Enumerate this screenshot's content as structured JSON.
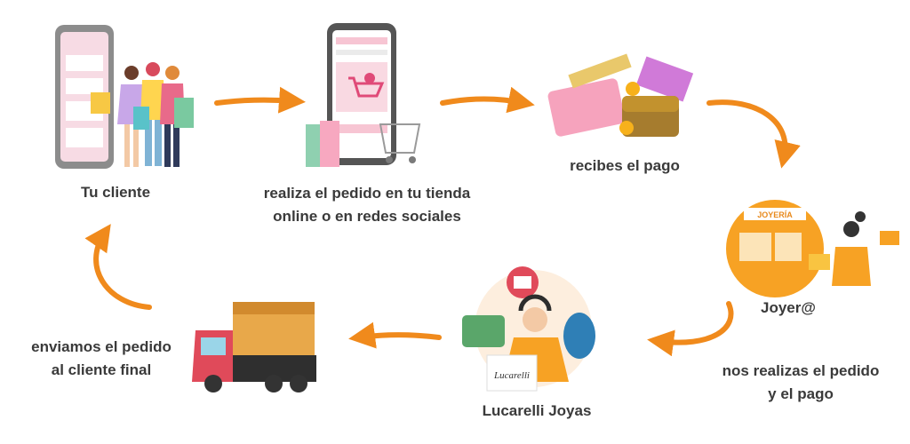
{
  "colors": {
    "arrow": "#f08a1c",
    "text": "#3a3a3a",
    "pink": "#f7b3c8",
    "orange": "#f7a224"
  },
  "steps": [
    {
      "label": "Tu cliente"
    },
    {
      "label_line1": "realiza el pedido en tu tienda",
      "label_line2": "online o en redes sociales"
    },
    {
      "label": "recibes el pago"
    },
    {
      "label": "Joyer@",
      "sign": "JOYERÍA"
    },
    {
      "label_line1": "nos realizas el pedido",
      "label_line2": "y el pago"
    },
    {
      "label": "Lucarelli Joyas",
      "logo_text": "Lucarelli"
    },
    {
      "label_line1": "enviamos el pedido",
      "label_line2": "al cliente final"
    }
  ]
}
